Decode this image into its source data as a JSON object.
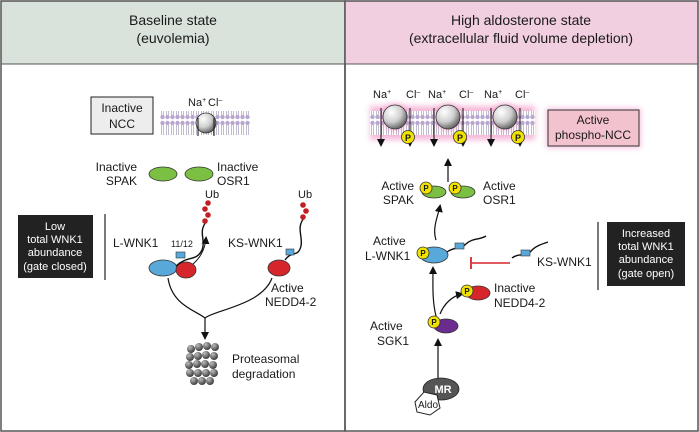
{
  "left_panel": {
    "title_line1": "Baseline state",
    "title_line2": "(euvolemia)",
    "header_color": "#d9e3dc",
    "state_box": {
      "line1": "Inactive",
      "line2": "NCC"
    },
    "ions": {
      "na": "Na",
      "na_sup": "+",
      "cl": "Cl",
      "cl_sup": "–"
    },
    "spak": {
      "line1": "Inactive",
      "line2": "SPAK"
    },
    "osr1": {
      "line1": "Inactive",
      "line2": "OSR1"
    },
    "gate_box": {
      "line1": "Low",
      "line2": "total WNK1",
      "line3": "abundance",
      "line4": "(gate closed)"
    },
    "lwnk1": "L-WNK1",
    "kswnk1": "KS-WNK1",
    "exon_label": "11/12",
    "ub1": "Ub",
    "ub2": "Ub",
    "nedd": {
      "line1": "Active",
      "line2": "NEDD4-2"
    },
    "proteasome": {
      "line1": "Proteasomal",
      "line2": "degradation"
    }
  },
  "right_panel": {
    "title_line1": "High aldosterone state",
    "title_line2": "(extracellular fluid volume depletion)",
    "header_color": "#f2cfe0",
    "ions": {
      "na": "Na",
      "na_sup": "+",
      "cl": "Cl",
      "cl_sup": "–"
    },
    "state_box": {
      "line1": "Active",
      "line2": "phospho-NCC"
    },
    "phospho": "P",
    "spak": {
      "line1": "Active",
      "line2": "SPAK"
    },
    "osr1": {
      "line1": "Active",
      "line2": "OSR1"
    },
    "lwnk1": {
      "line1": "Active",
      "line2": "L-WNK1"
    },
    "kswnk1": "KS-WNK1",
    "gate_box": {
      "line1": "Increased",
      "line2": "total WNK1",
      "line3": "abundance",
      "line4": "(gate open)"
    },
    "nedd": {
      "line1": "Inactive",
      "line2": "NEDD4-2"
    },
    "sgk1": {
      "line1": "Active",
      "line2": "SGK1"
    },
    "mr": "MR",
    "aldo": "Aldo"
  },
  "colors": {
    "green": "#7cc043",
    "blue": "#58a9d9",
    "red": "#d7262b",
    "purple": "#6a2c8f",
    "yellow": "#f2e200",
    "membrane": "#b7a7cf",
    "glow": "#f08ac0",
    "dark_box": "#222222",
    "active_box": "#f3c2cf"
  }
}
